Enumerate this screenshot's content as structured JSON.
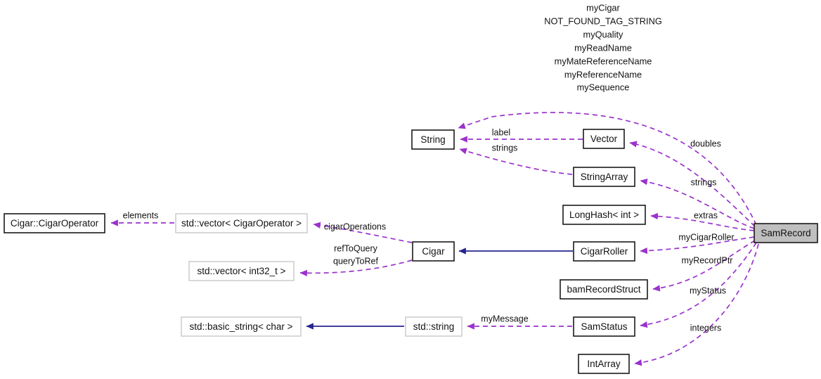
{
  "diagram": {
    "kind": "collaboration-diagram",
    "colors": {
      "usage_edge": "#9a32cd",
      "inheritance_edge": "#25258f",
      "node_border": "#1a1a1a",
      "std_node_border": "#c8c8c8",
      "highlight_fill": "#bfbfbf",
      "background": "#ffffff"
    },
    "nodes": {
      "sam_record": "SamRecord",
      "string": "String",
      "vector": "Vector",
      "string_array": "StringArray",
      "long_hash_int": "LongHash< int >",
      "cigar": "Cigar",
      "cigar_roller": "CigarRoller",
      "bam_record_struct": "bamRecordStruct",
      "sam_status": "SamStatus",
      "int_array": "IntArray",
      "cigar_cigar_operator": "Cigar::CigarOperator",
      "std_vector_cigar_operator": "std::vector< CigarOperator >",
      "std_vector_int32_t": "std::vector< int32_t >",
      "std_basic_string_char": "std::basic_string< char >",
      "std_string": "std::string"
    },
    "field_labels": {
      "my_cigar": "myCigar",
      "not_found_tag_string": "NOT_FOUND_TAG_STRING",
      "my_quality": "myQuality",
      "my_read_name": "myReadName",
      "my_mate_reference_name": "myMateReferenceName",
      "my_reference_name": "myReferenceName",
      "my_sequence": "mySequence"
    },
    "edge_labels": {
      "label": "label",
      "strings_to_string": "strings",
      "elements": "elements",
      "cigar_operations": "cigarOperations",
      "ref_to_query": "refToQuery",
      "query_to_ref": "queryToRef",
      "my_message": "myMessage",
      "doubles": "doubles",
      "strings": "strings",
      "extras": "extras",
      "my_cigar_roller": "myCigarRoller",
      "my_record_ptr": "myRecordPtr",
      "my_status": "myStatus",
      "integers": "integers"
    }
  }
}
